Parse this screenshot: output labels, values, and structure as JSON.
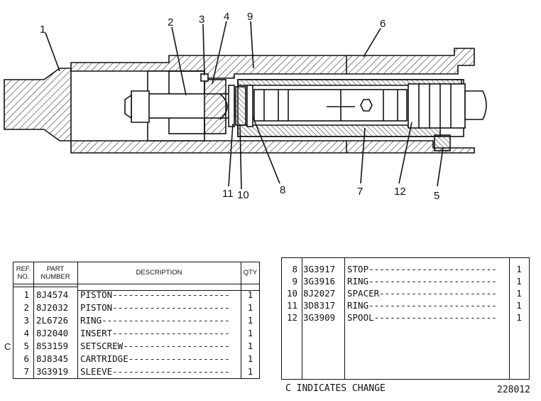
{
  "callouts": [
    "1",
    "2",
    "3",
    "4",
    "9",
    "6",
    "11",
    "10",
    "8",
    "7",
    "12",
    "5"
  ],
  "table_left": {
    "headers": {
      "ref": [
        "REF.",
        "NO."
      ],
      "part": [
        "PART",
        "NUMBER"
      ],
      "desc": "DESCRIPTION",
      "qty": "QTY"
    },
    "rows": [
      {
        "ref": "1",
        "part": "8J4574",
        "desc": "PISTON----------------------",
        "qty": "1"
      },
      {
        "ref": "2",
        "part": "8J2032",
        "desc": "PISTON----------------------",
        "qty": "1"
      },
      {
        "ref": "3",
        "part": "2L6726",
        "desc": "RING------------------------",
        "qty": "1"
      },
      {
        "ref": "4",
        "part": "8J2040",
        "desc": "INSERT----------------------",
        "qty": "1"
      },
      {
        "ref": "5",
        "part": "8S3159",
        "desc": "SETSCREW--------------------",
        "qty": "1"
      },
      {
        "ref": "6",
        "part": "8J8345",
        "desc": "CARTRIDGE-------------------",
        "qty": "1"
      },
      {
        "ref": "7",
        "part": "3G3919",
        "desc": "SLEEVE----------------------",
        "qty": "1"
      }
    ],
    "change_mark": "C"
  },
  "table_right": {
    "rows": [
      {
        "ref": "8",
        "part": "3G3917",
        "desc": "STOP------------------------",
        "qty": "1"
      },
      {
        "ref": "9",
        "part": "3G3916",
        "desc": "RING------------------------",
        "qty": "1"
      },
      {
        "ref": "10",
        "part": "8J2027",
        "desc": "SPACER----------------------",
        "qty": "1"
      },
      {
        "ref": "11",
        "part": "3D8317",
        "desc": "RING------------------------",
        "qty": "1"
      },
      {
        "ref": "12",
        "part": "3G3909",
        "desc": "SPOOL-----------------------",
        "qty": "1"
      }
    ]
  },
  "footer": {
    "note": "C INDICATES CHANGE",
    "figure_number": "228012"
  }
}
